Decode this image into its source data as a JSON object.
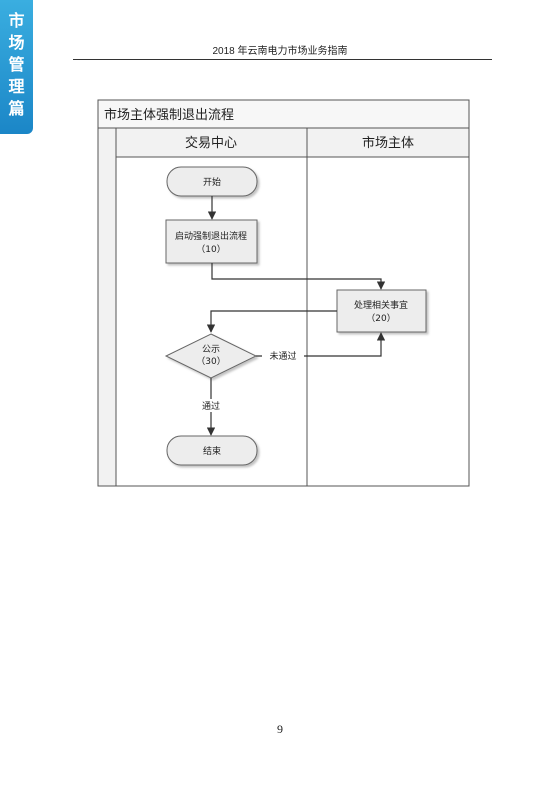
{
  "side_tab": {
    "chars": [
      "市",
      "场",
      "管",
      "理",
      "篇"
    ]
  },
  "header": {
    "title": "2018 年云南电力市场业务指南"
  },
  "flowchart": {
    "title": "市场主体强制退出流程",
    "lanes": [
      {
        "label": "交易中心"
      },
      {
        "label": "市场主体"
      }
    ],
    "nodes": {
      "start": {
        "label": "开始"
      },
      "launch": {
        "label": "启动强制退出流程",
        "code": "（10）"
      },
      "handle": {
        "label": "处理相关事宜",
        "code": "（20）"
      },
      "publicize": {
        "label": "公示",
        "code": "（30）"
      },
      "end": {
        "label": "结束"
      }
    },
    "edges": {
      "pass_label": "通过",
      "fail_label": "未通过"
    }
  },
  "page": {
    "number": "9"
  },
  "colors": {
    "tab_blue": "#1b86c7",
    "lane_header_bg": "#f2f2f2",
    "node_fill": "#ededed"
  }
}
